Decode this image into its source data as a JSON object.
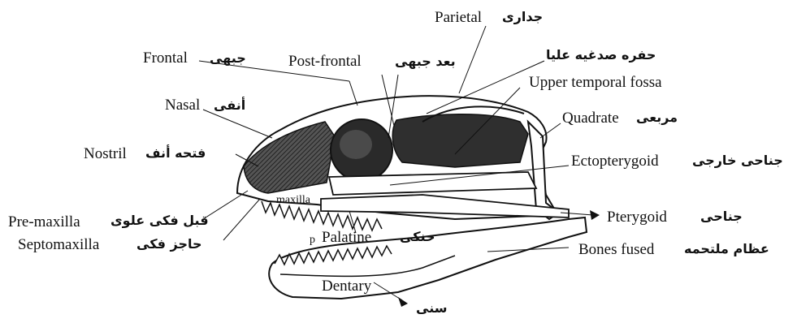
{
  "labels": {
    "parietal": {
      "en": "Parietal",
      "ar": "جدارى"
    },
    "frontal": {
      "en": "Frontal",
      "ar": "جبهى"
    },
    "post_frontal": {
      "en": "Post-frontal",
      "ar": "بعد جبهى"
    },
    "upper_temporal_fossa": {
      "en": "Upper temporal fossa",
      "ar": "حفره صدغيه عليا"
    },
    "nasal": {
      "en": "Nasal",
      "ar": "أنفى"
    },
    "quadrate": {
      "en": "Quadrate",
      "ar": "مربعى"
    },
    "nostril": {
      "en": "Nostril",
      "ar": "فتحه أنف"
    },
    "ectopterygoid": {
      "en": "Ectopterygoid",
      "ar": "جناحى خارجى"
    },
    "pre_maxilla": {
      "en": "Pre-maxilla",
      "ar": "قبل فكى علوى"
    },
    "maxilla": {
      "en": "maxilla"
    },
    "pterygoid": {
      "en": "Pterygoid",
      "ar": "جناحى"
    },
    "septomaxilla": {
      "en": "Septomaxilla",
      "ar": "حاجز فكى"
    },
    "palatine": {
      "en": "Palatine",
      "ar": "حنكى",
      "marker": "p"
    },
    "bones_fused": {
      "en": "Bones fused",
      "ar": "عظام ملتحمه"
    },
    "dentary": {
      "en": "Dentary",
      "ar": "سنى"
    }
  },
  "colors": {
    "ink": "#111111",
    "shade": "#3a3a3a",
    "bone": "#ffffff"
  }
}
